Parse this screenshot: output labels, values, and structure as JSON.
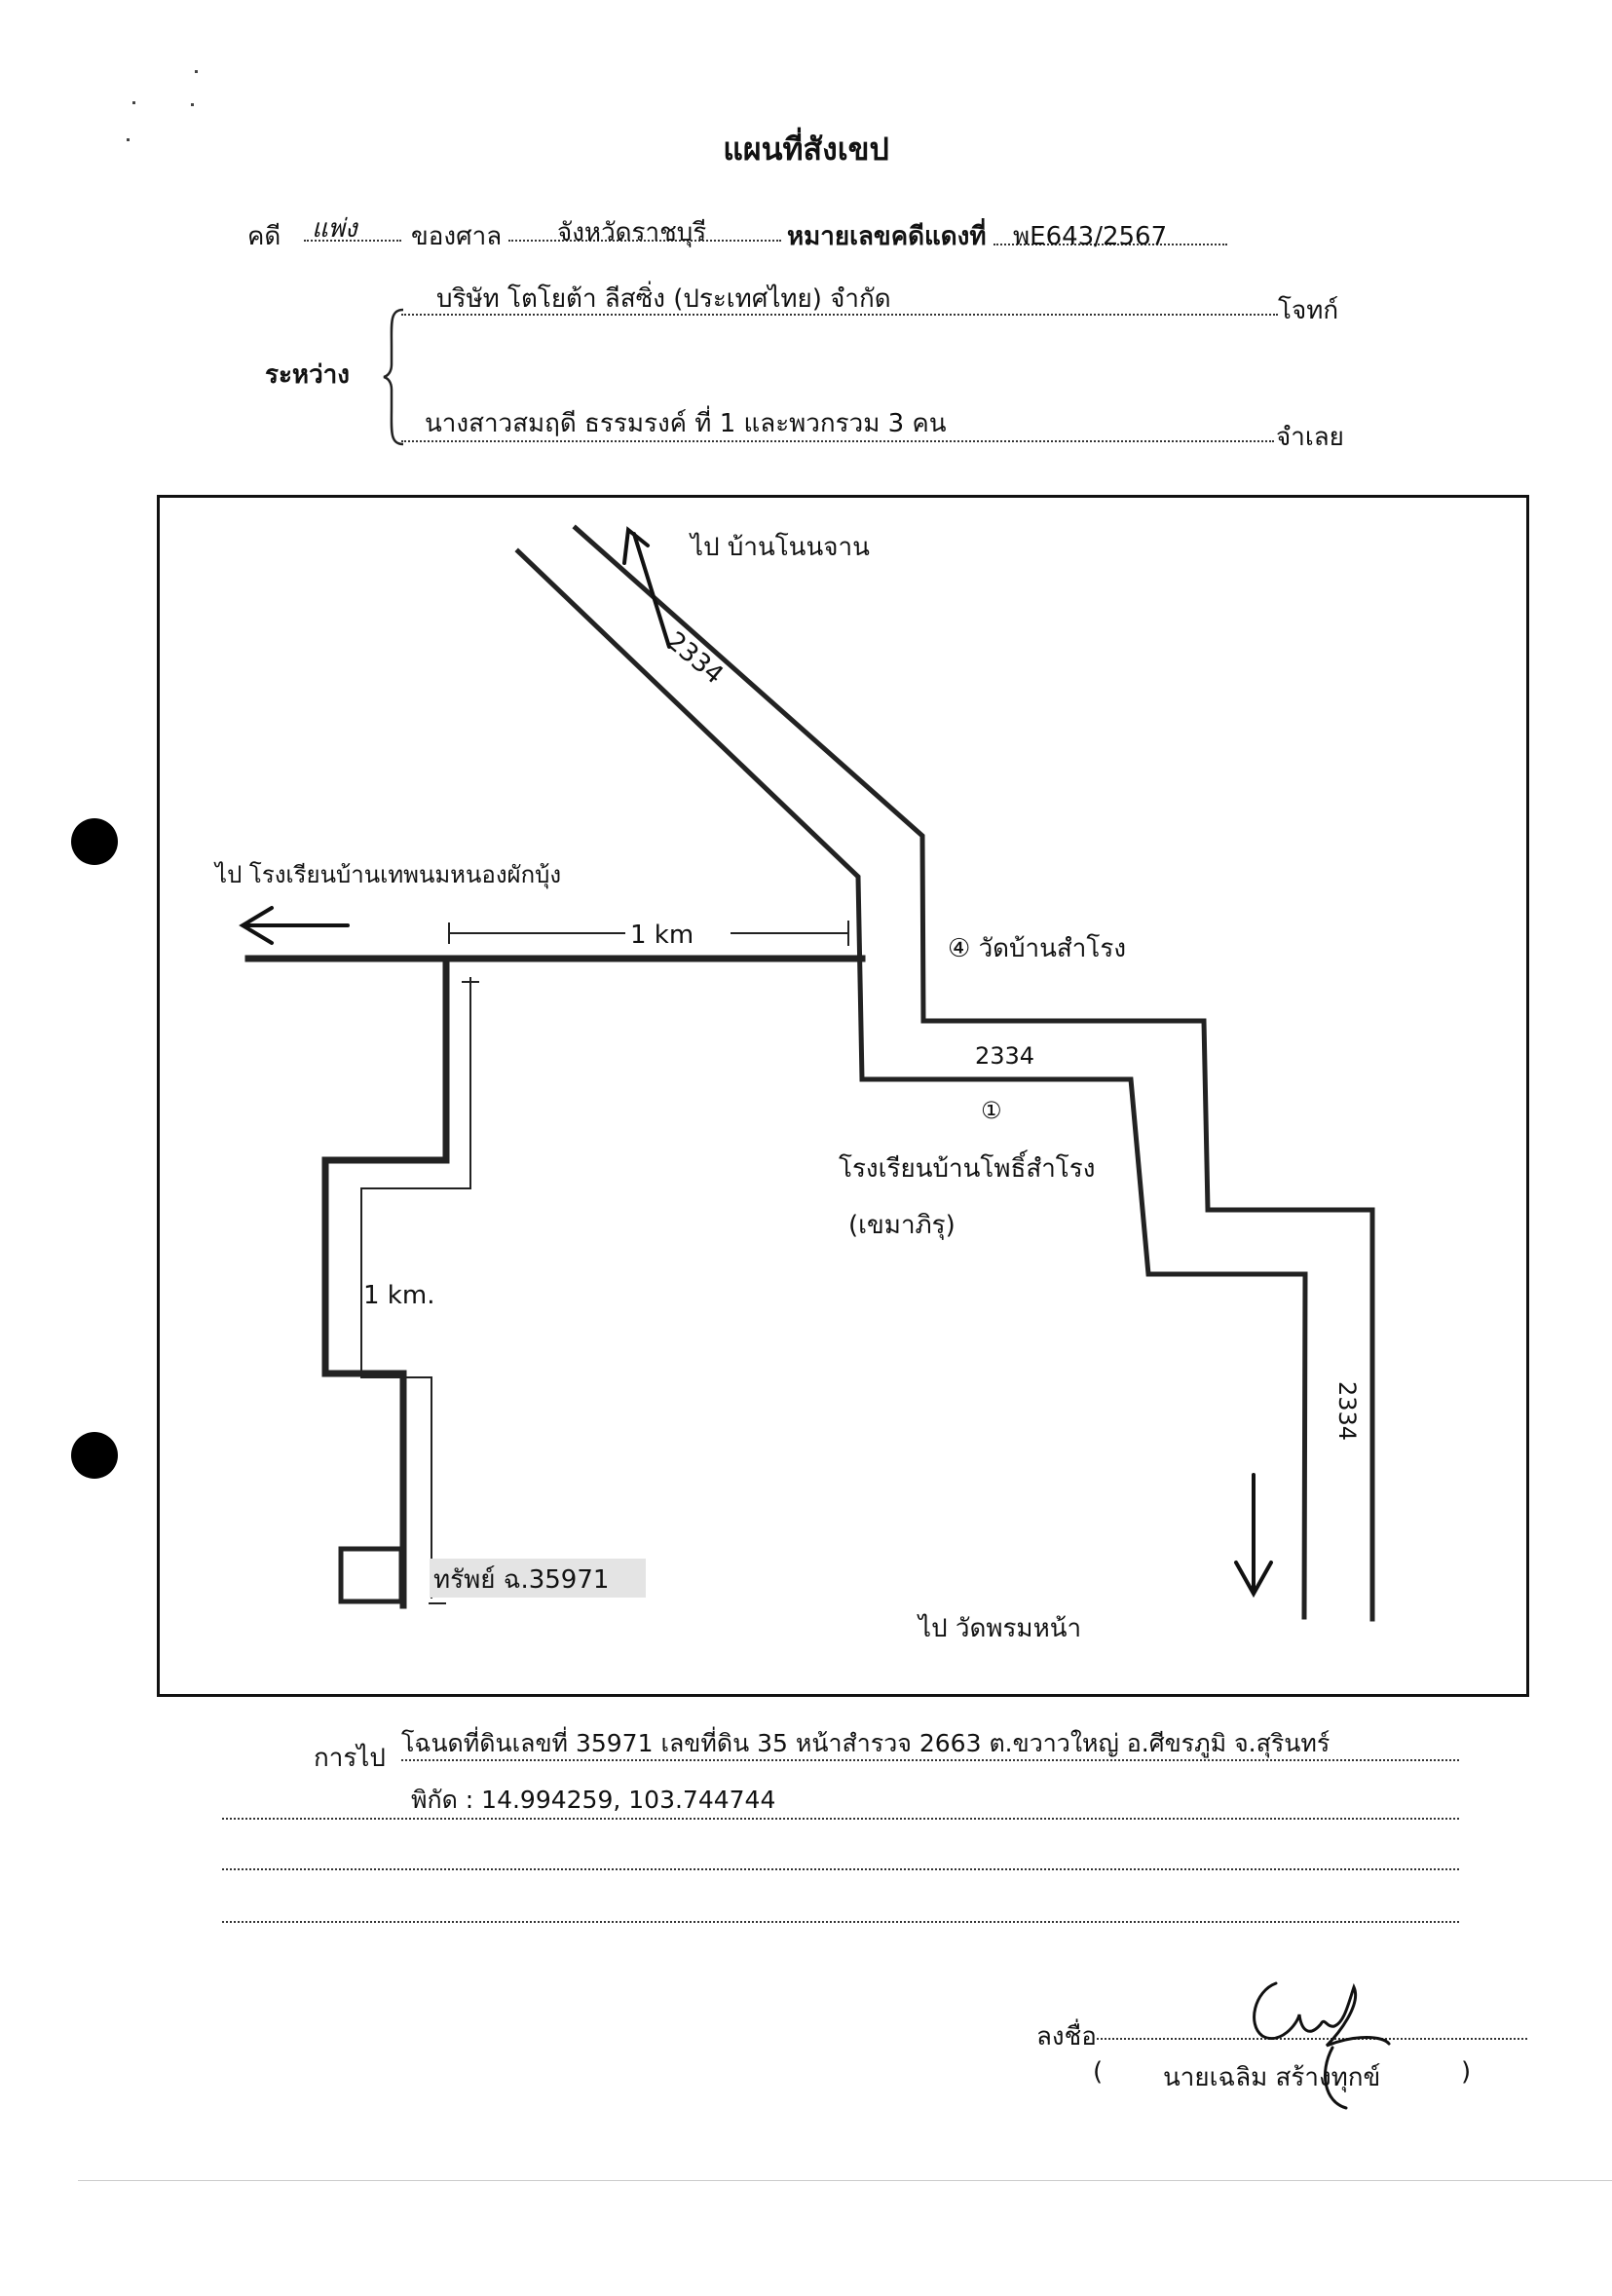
{
  "document": {
    "title": "แผนที่สังเขป",
    "case_type_label": "คดี",
    "case_type_value": "แพ่ง",
    "court_label": "ของศาล",
    "court_value": "จังหวัดราชบุรี",
    "red_case_label": "หมายเลขคดีแดงที่",
    "red_case_value": "พE643/2567",
    "between_label": "ระหว่าง",
    "plaintiff_name": "บริษัท โตโยต้า ลีสซิ่ง (ประเทศไทย) จำกัด",
    "plaintiff_label": "โจทก์",
    "defendant_name": "นางสาวสมฤดี ธรรมรงค์ ที่ 1 และพวกรวม 3 คน",
    "defendant_label": "จำเลย"
  },
  "map": {
    "top_arrow_text": "ไป บ้านโนนจาน",
    "road_2334_top": "2334",
    "left_arrow_text": "ไป โรงเรียนบ้านเทพนมหนองผักบุ้ง",
    "distance_horizontal": "1 km",
    "wat_label": "④ วัดบ้านสำโรง",
    "road_2334_mid": "2334",
    "school_num": "①",
    "school_label": "โรงเรียนบ้านโพธิ์สำโรง",
    "school_sub": "(เขมาภิรุ)",
    "distance_vertical": "1 km.",
    "road_2334_right": "2334",
    "property_label": "ทรัพย์ ฉ.35971",
    "bottom_arrow_text": "ไป วัดพรมหน้า"
  },
  "footer": {
    "route_label": "การไป",
    "route_line1": "โฉนดที่ดินเลขที่ 35971 เลขที่ดิน 35 หน้าสำรวจ 2663 ต.ขวาวใหญ่ อ.ศีขรภูมิ จ.สุรินทร์",
    "route_line2": "พิกัด : 14.994259, 103.744744",
    "sign_label": "ลงชื่อ",
    "signer_open": "(",
    "signer_name": "นายเฉลิม สร้างทุกข์",
    "signer_close": ")"
  }
}
